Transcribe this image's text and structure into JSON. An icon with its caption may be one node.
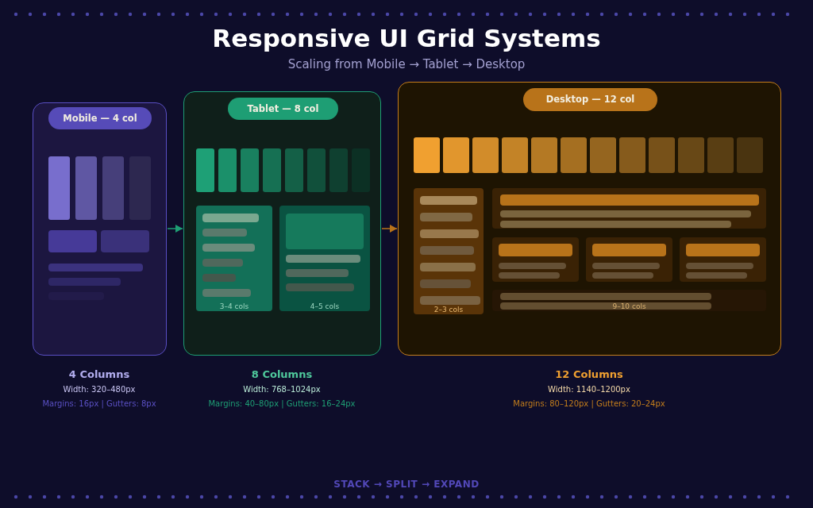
{
  "diagram": {
    "title": "Responsive UI Grid Systems",
    "caption": "Scaling from Mobile → Tablet → Desktop",
    "nodes": [
      {
        "text": [
          "Mobile — 4 col"
        ],
        "beside": [
          "4 Columns",
          "Width: 320–480px",
          "Margins: 16px | Gutters: 8px"
        ]
      },
      {
        "text": [
          "Tablet — 8 col"
        ],
        "beside": [
          "8 Columns",
          "Width: 768–1024px",
          "Margins: 40–80px | Gutters: 16–24px"
        ]
      },
      {
        "text": [
          "3–4 cols"
        ],
        "in": 1
      },
      {
        "text": [
          "4–5 cols"
        ],
        "in": 1
      },
      {
        "text": [
          "Desktop — 12 col"
        ],
        "beside": [
          "12 Columns",
          "Width: 1140–1200px",
          "Margins: 80–120px | Gutters: 20–24px"
        ]
      },
      {
        "text": [
          "2–3 cols"
        ],
        "in": 4
      },
      {
        "text": [
          "9–10 cols"
        ],
        "in": 4
      }
    ],
    "edges": [
      {
        "from": 0,
        "to": 1,
        "arrow": "to",
        "color": "#1e9e74"
      },
      {
        "from": 1,
        "to": 4,
        "arrow": "to",
        "color": "#b8731a"
      }
    ],
    "labels": [
      "STACK → SPLIT → EXPAND"
    ]
  }
}
